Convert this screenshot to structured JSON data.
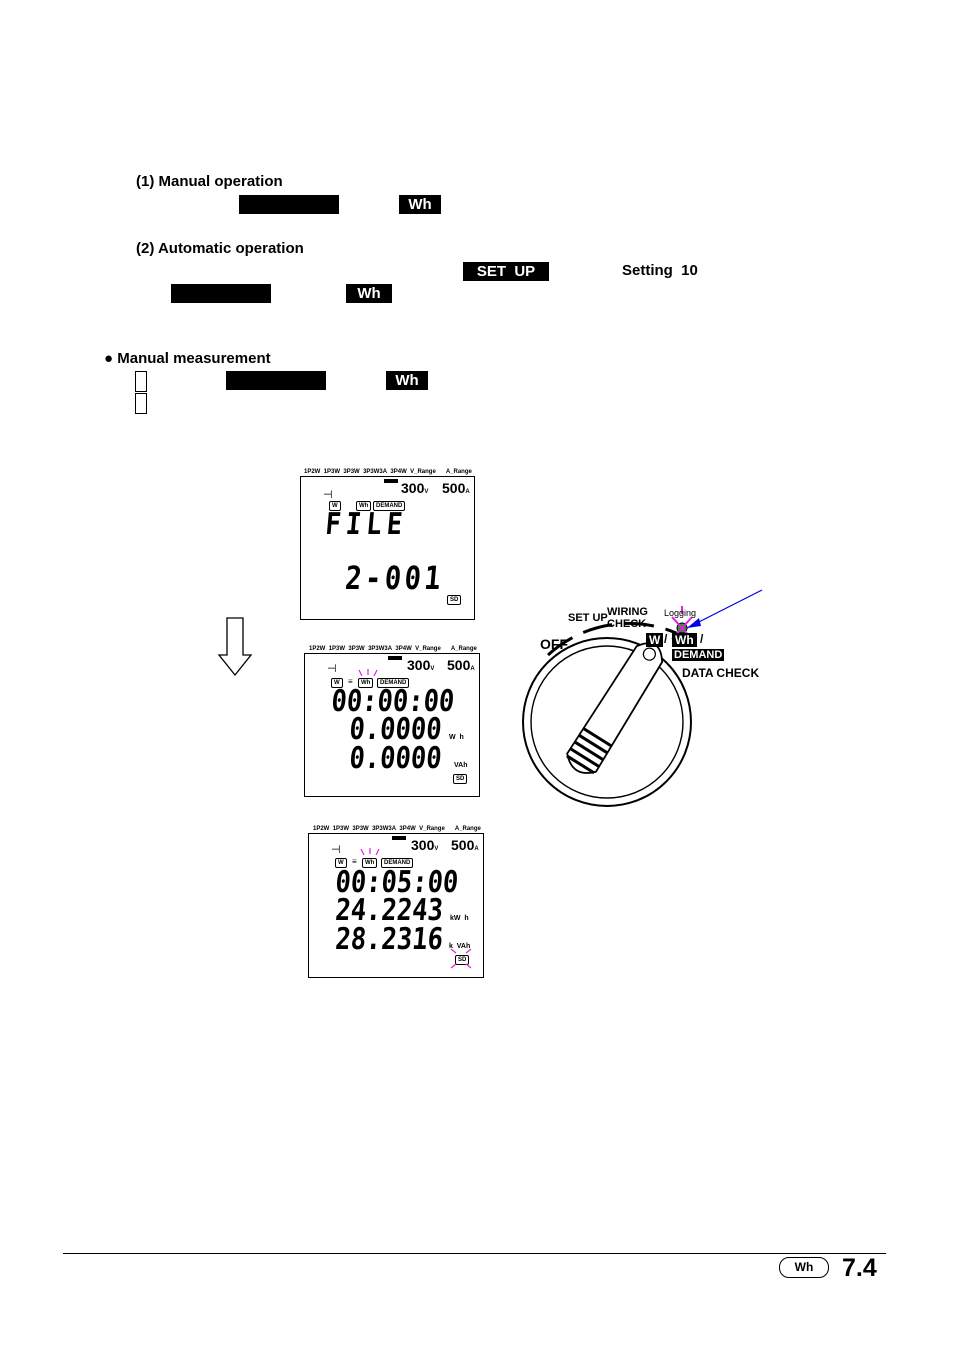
{
  "sections": {
    "manual_operation": {
      "title": "(1) Manual operation",
      "key": "Wh"
    },
    "automatic_operation": {
      "title": "(2) Automatic operation",
      "setup_key": "SET  UP",
      "setting_ref": "Setting  10",
      "key": "Wh"
    },
    "manual_measurement": {
      "title": "● Manual measurement",
      "key": "Wh"
    }
  },
  "lcd_common": {
    "wiring_labels": [
      "1P2W",
      "1P3W",
      "3P3W",
      "3P3W3A",
      "3P4W",
      "V_Range",
      "A_Range"
    ],
    "v_range": "300",
    "v_unit": "V",
    "a_range": "500",
    "a_unit": "A",
    "mode_w": "W",
    "mode_wh": "Wh",
    "mode_demand": "DEMAND",
    "sd": "SD"
  },
  "lcd1": {
    "line1": "FILE",
    "line2": "2-001"
  },
  "lcd2": {
    "time": "00:00:00",
    "wh": "0.0000",
    "vah": "0.0000",
    "unit_wh": "W  h",
    "unit_vah": "VAh"
  },
  "lcd3": {
    "time": "00:05:00",
    "wh": "24.2243",
    "vah": "28.2316",
    "unit_wh": "kW  h",
    "unit_vah": "k  VAh"
  },
  "dial": {
    "off": "OFF",
    "setup": "SET UP",
    "wiring": "WIRING",
    "check": "CHECK",
    "logging": "Logging",
    "w": "W",
    "wh": "Wh",
    "demand": "DEMAND",
    "data_check": "DATA CHECK"
  },
  "footer": {
    "badge": "Wh",
    "section": "7.4"
  }
}
